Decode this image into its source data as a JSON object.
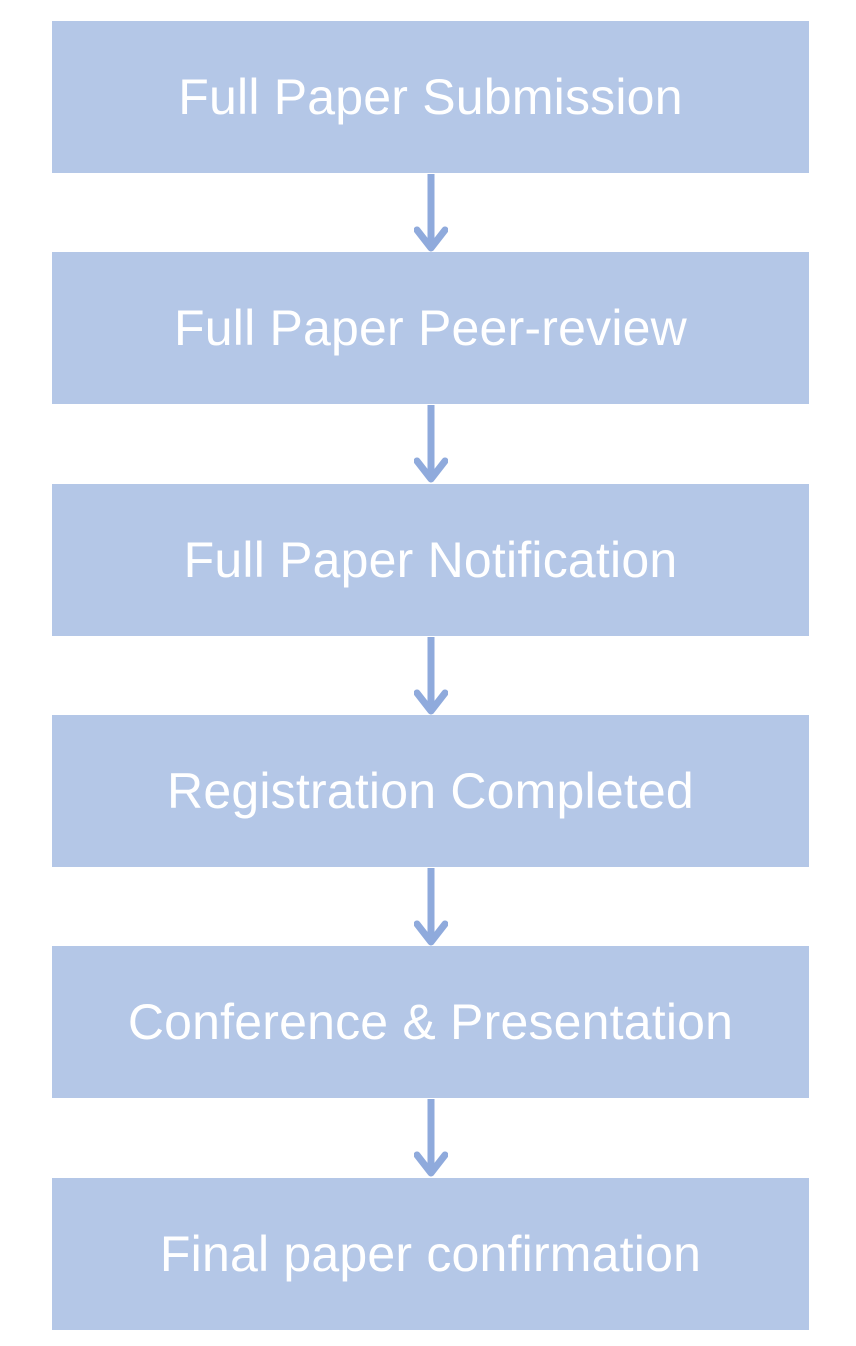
{
  "flowchart": {
    "steps": [
      {
        "label": "Full Paper Submission"
      },
      {
        "label": "Full Paper Peer-review"
      },
      {
        "label": "Full Paper Notification"
      },
      {
        "label": "Registration Completed"
      },
      {
        "label": "Conference & Presentation"
      },
      {
        "label": "Final paper confirmation"
      }
    ]
  },
  "colors": {
    "box_fill": "#b4c7e7",
    "arrow": "#8faadc",
    "text": "#ffffff"
  }
}
